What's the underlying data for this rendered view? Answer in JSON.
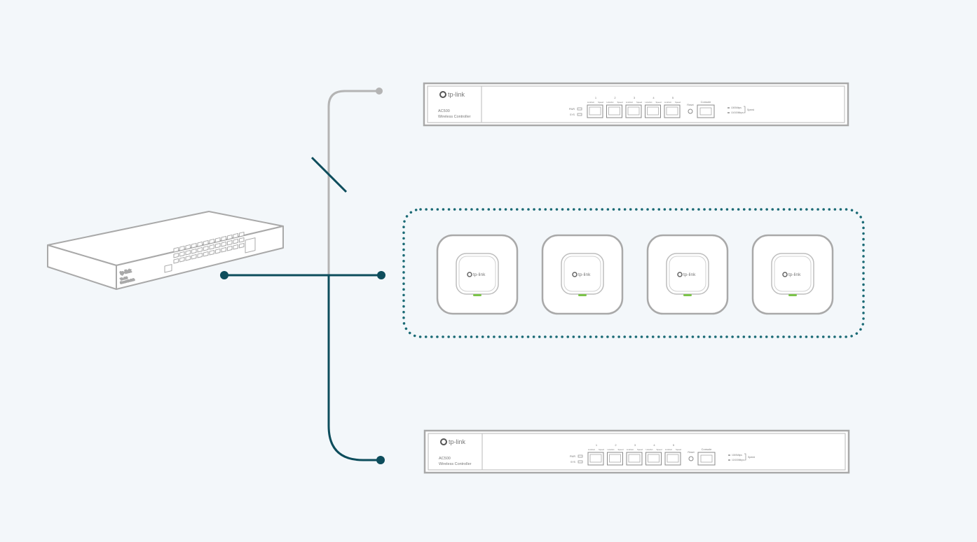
{
  "diagram": {
    "colors": {
      "background": "#f3f7fa",
      "active_link": "#0d4d5c",
      "inactive_link": "#b4b4b4",
      "device_outline": "#a9a9a9",
      "group_border": "#1a6a75",
      "ap_led": "#7cc44a"
    },
    "switch": {
      "brand": "tp-link",
      "model_line1": "TL-SG",
      "model_line2": "Smart Switch"
    },
    "controller_top": {
      "brand": "tp-link",
      "model": "AC500",
      "subtitle": "Wireless Controller",
      "led_labels": [
        "PWR",
        "SYS"
      ],
      "port_numbers": [
        "1",
        "2",
        "3",
        "4",
        "5"
      ],
      "port_led_labels": [
        "Link/Act",
        "Speed"
      ],
      "reset_label": "Reset",
      "console_label": "Console",
      "speed_labels": [
        "1000Mbps",
        "10/100Mbps"
      ],
      "speed_group_label": "Speed",
      "link_status": "disconnected"
    },
    "controller_bottom": {
      "brand": "tp-link",
      "model": "AC500",
      "subtitle": "Wireless Controller",
      "led_labels": [
        "PWR",
        "SYS"
      ],
      "port_numbers": [
        "1",
        "2",
        "3",
        "4",
        "5"
      ],
      "port_led_labels": [
        "Link/Act",
        "Speed"
      ],
      "reset_label": "Reset",
      "console_label": "Console",
      "speed_labels": [
        "1000Mbps",
        "10/100Mbps"
      ],
      "speed_group_label": "Speed",
      "link_status": "connected"
    },
    "access_points": [
      {
        "brand": "tp-link"
      },
      {
        "brand": "tp-link"
      },
      {
        "brand": "tp-link"
      },
      {
        "brand": "tp-link"
      }
    ]
  }
}
